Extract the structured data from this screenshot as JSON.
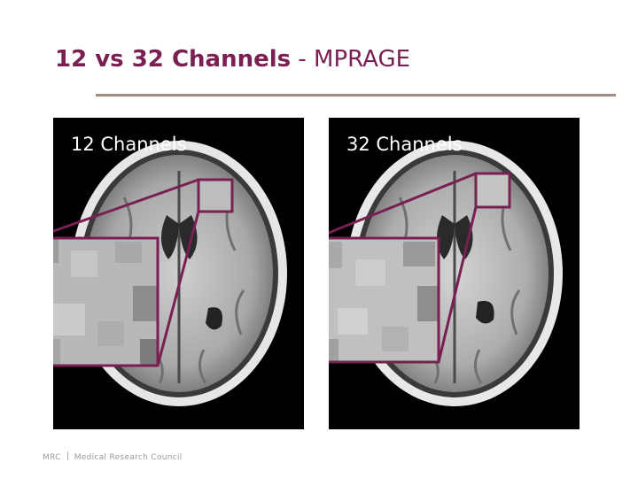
{
  "slide": {
    "title_bold": "12 vs 32 Channels",
    "title_rest": " - MPRAGE",
    "accent_color": "#7a1f52",
    "rule_color": "#a08b7e"
  },
  "panels": [
    {
      "label": "12 Channels"
    },
    {
      "label": "32 Channels"
    }
  ],
  "footer": {
    "org_abbrev": "MRC",
    "org_name": "Medical Research Council"
  }
}
